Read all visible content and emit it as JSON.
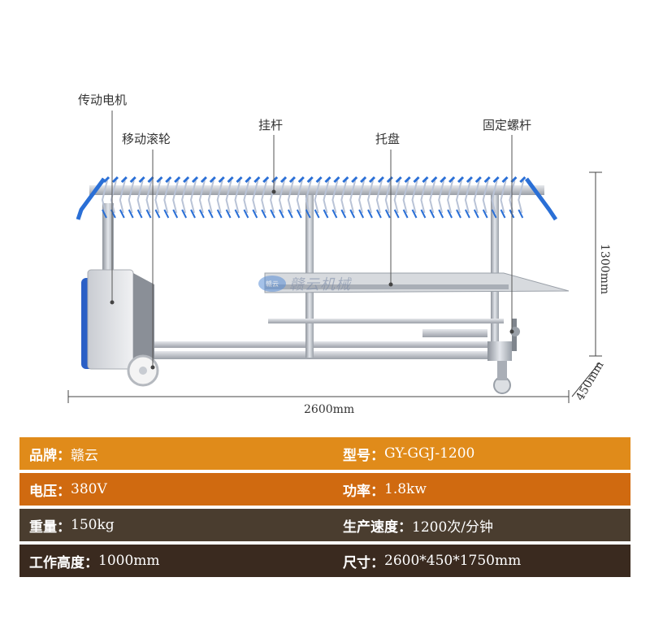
{
  "callouts": {
    "motor": "传动电机",
    "wheel": "移动滚轮",
    "rod": "挂杆",
    "tray": "托盘",
    "screw": "固定螺杆"
  },
  "dimensions": {
    "length": "2600mm",
    "height": "1300mm",
    "depth": "450mm"
  },
  "watermark": {
    "badge": "赣云",
    "text": "赣云机械"
  },
  "specs": [
    {
      "left_key": "品牌：",
      "left_val": "赣云",
      "right_key": "型号：",
      "right_val": "GY-GGJ-1200"
    },
    {
      "left_key": "电压：",
      "left_val": "380V",
      "right_key": "功率：",
      "right_val": "1.8kw"
    },
    {
      "left_key": "重量：",
      "left_val": "150kg",
      "right_key": "生产速度：",
      "right_val": "1200次/分钟"
    },
    {
      "left_key": "工作高度：",
      "left_val": "1000mm",
      "right_key": "尺寸：",
      "right_val": "2600*450*1750mm"
    }
  ],
  "colors": {
    "row0": "#e08b1a",
    "row1": "#d06a10",
    "row2": "#4a3d2f",
    "row3": "#3a2a1f",
    "hook_blue": "#2a6fd6",
    "steel": "#b8bcc4"
  },
  "icons": {
    "product": "machine-illustration"
  }
}
